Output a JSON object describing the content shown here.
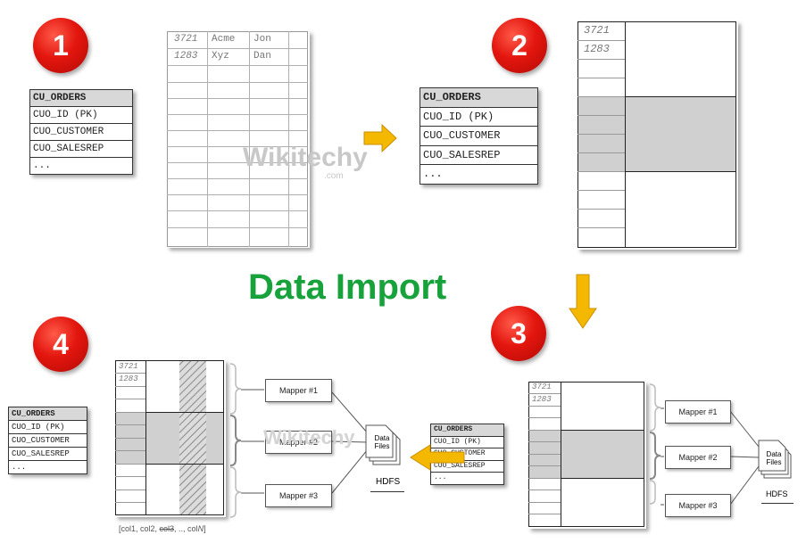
{
  "title": "Data Import",
  "watermark": {
    "main": "Wikitechy",
    "sub": ".com"
  },
  "badges": [
    "1",
    "2",
    "3",
    "4"
  ],
  "table_schema": {
    "name": "CU_ORDERS",
    "fields": [
      "CUO_ID (PK)",
      "CUO_CUSTOMER",
      "CUO_SALESREP",
      "..."
    ]
  },
  "grid_rows": [
    [
      "3721",
      "Acme",
      "Jon"
    ],
    [
      "1283",
      "Xyz",
      "Dan"
    ]
  ],
  "split_ids": [
    "3721",
    "1283"
  ],
  "mappers": [
    "Mapper #1",
    "Mapper #2",
    "Mapper #3"
  ],
  "data_files": {
    "line1": "Data",
    "line2": "Files"
  },
  "hdfs": "HDFS",
  "columns_caption": {
    "pre": "[col1, col2, ",
    "struck": "col3",
    "post": ", .., col",
    "last": "N",
    "end": "]"
  },
  "colors": {
    "title": "#17a23b",
    "badge": "#e3160e",
    "arrow": "#f5b800",
    "split_band": "#d0d0d0"
  }
}
